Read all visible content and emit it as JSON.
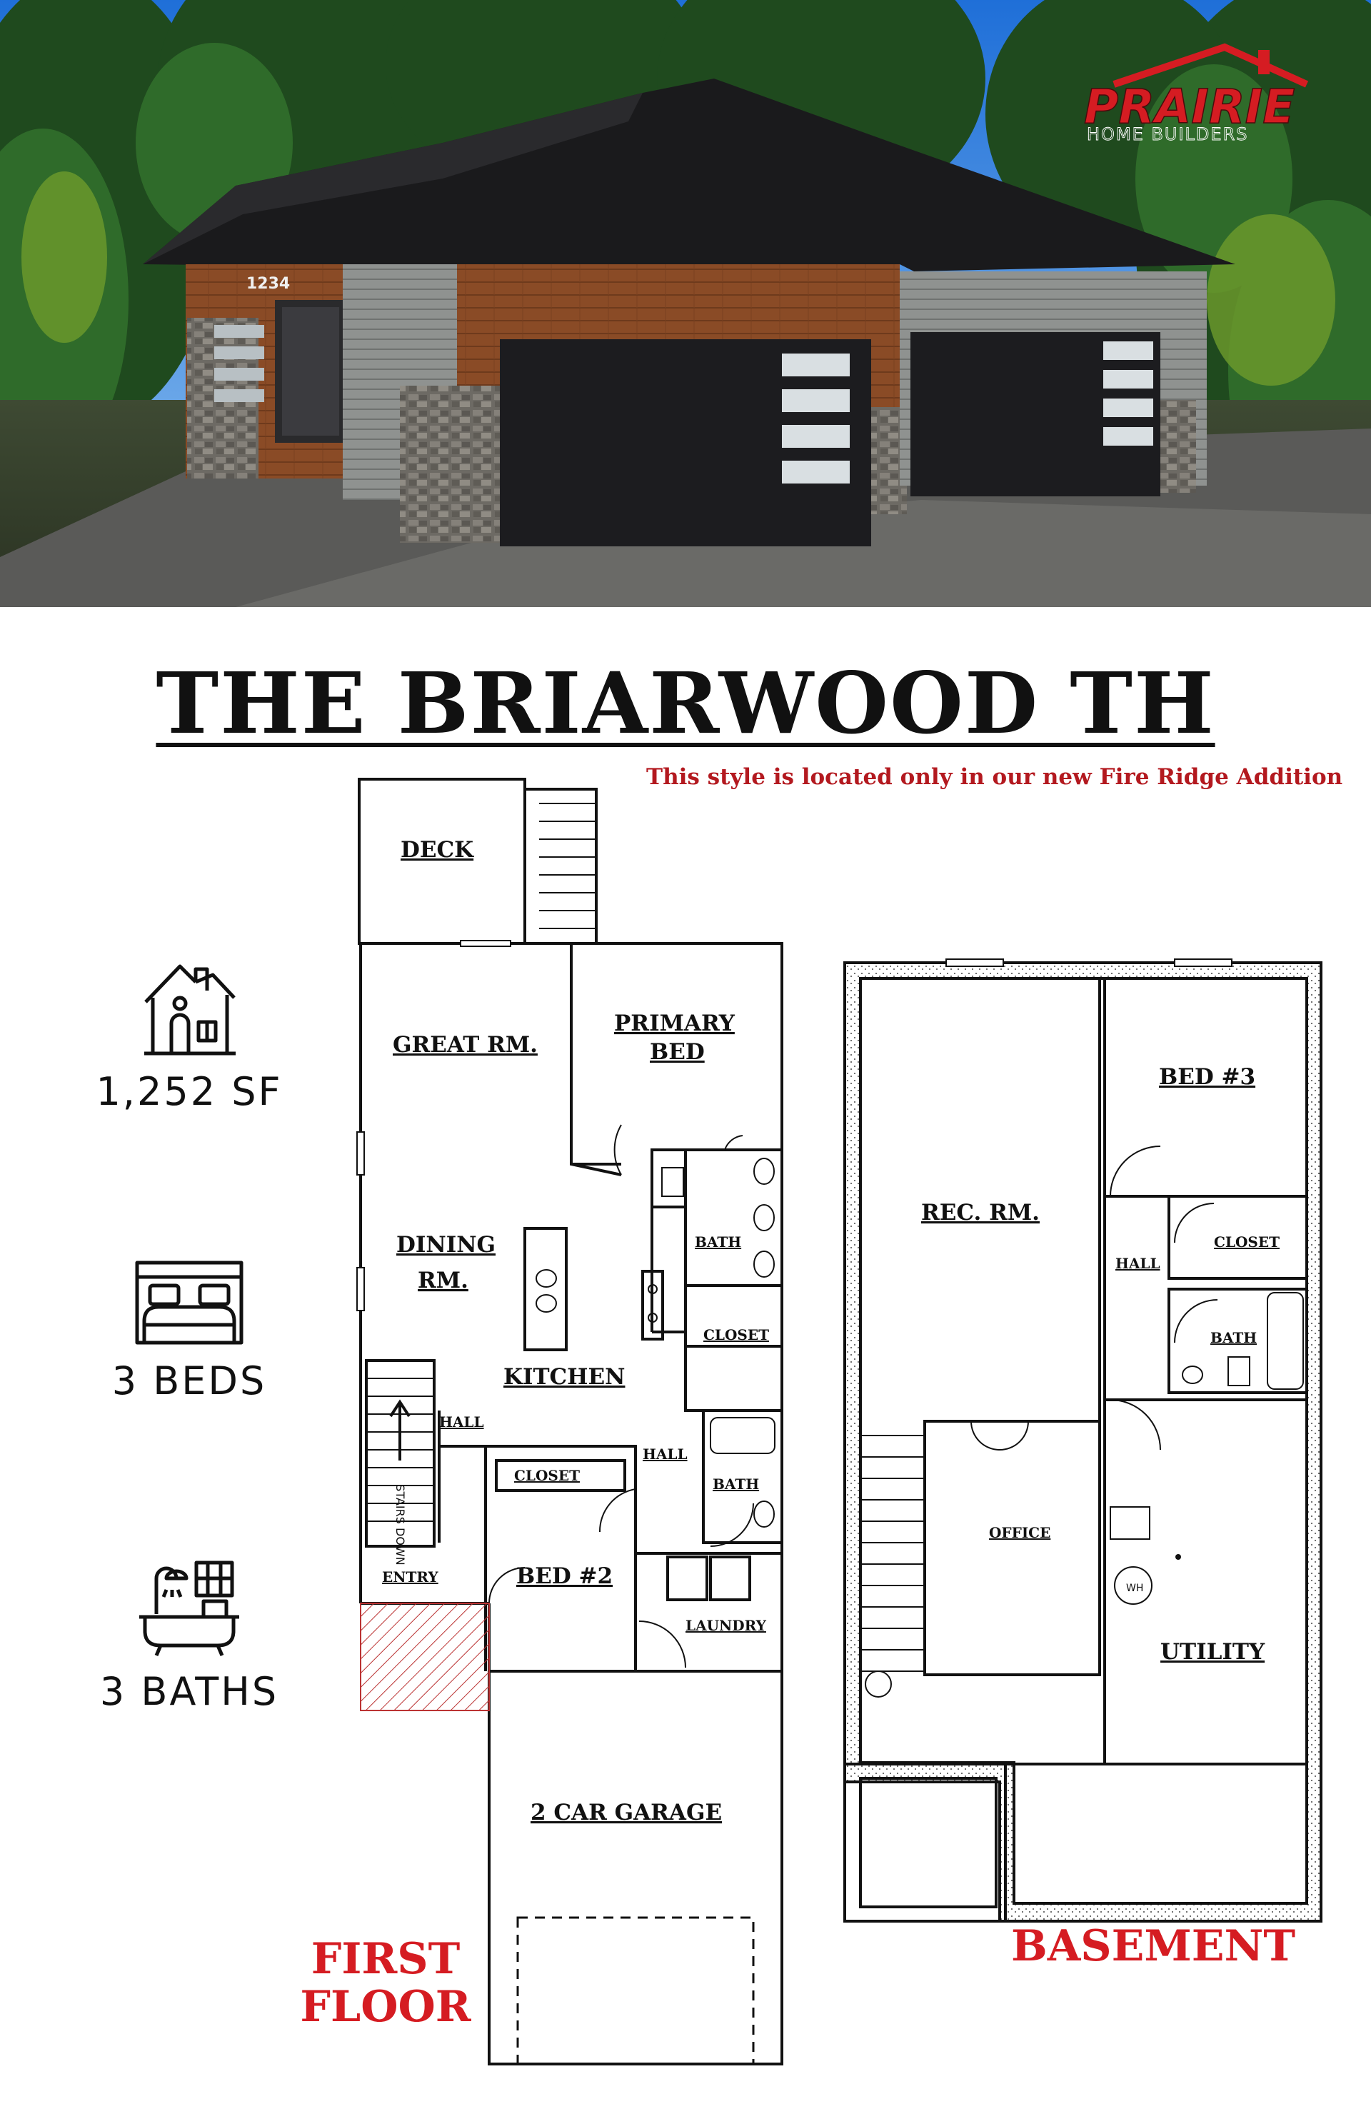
{
  "brand": {
    "name": "PRAIRIE",
    "tagline": "HOME BUILDERS",
    "address_number": "1234",
    "colors": {
      "brand_red": "#d51c22",
      "title_red": "#b3191f"
    }
  },
  "plan": {
    "title": "THE BRIARWOOD TH",
    "note": "This style is located only in our new Fire Ridge Addition"
  },
  "stats": [
    {
      "icon": "house-icon",
      "label": "1,252 SF"
    },
    {
      "icon": "bed-icon",
      "label": "3 BEDS"
    },
    {
      "icon": "bathtub-icon",
      "label": "3 BATHS"
    }
  ],
  "first_floor": {
    "label_line1": "FIRST",
    "label_line2": "FLOOR",
    "rooms": {
      "deck": "DECK",
      "great_rm": "GREAT RM.",
      "primary_bed_1": "PRIMARY",
      "primary_bed_2": "BED",
      "dining_1": "DINING",
      "dining_2": "RM.",
      "bath_primary": "BATH",
      "closet_primary": "CLOSET",
      "kitchen": "KITCHEN",
      "hall_left": "HALL",
      "hall_right": "HALL",
      "closet_hall": "CLOSET",
      "stairs": "STAIRS DOWN",
      "bath_hall": "BATH",
      "entry": "ENTRY",
      "bed2": "BED #2",
      "laundry": "LAUNDRY",
      "garage": "2 CAR GARAGE"
    }
  },
  "basement": {
    "label": "BASEMENT",
    "rooms": {
      "rec_rm": "REC. RM.",
      "bed3": "BED #3",
      "closet": "CLOSET",
      "hall": "HALL",
      "bath": "BATH",
      "office": "OFFICE",
      "utility": "UTILITY",
      "water_heater": "WH"
    }
  }
}
